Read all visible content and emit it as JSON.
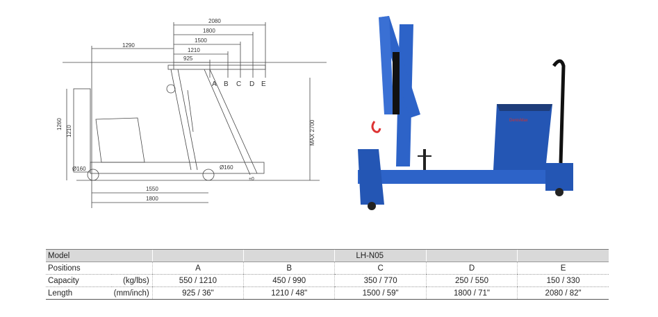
{
  "drawing": {
    "top_dims": [
      "2080",
      "1800",
      "1500",
      "1210",
      "925"
    ],
    "left_dim": "1290",
    "positions": [
      "A",
      "B",
      "C",
      "D",
      "E"
    ],
    "height_dims": [
      "1260",
      "1210"
    ],
    "max_dim": "MAX 2700",
    "wheel_left": "Ø160",
    "wheel_right": "Ø160",
    "zero": "±0",
    "bottom_dims": [
      "1550",
      "1800"
    ]
  },
  "photo": {
    "brand": "DenisMax"
  },
  "table": {
    "model_label": "Model",
    "model_value": "LH-N05",
    "rows": [
      {
        "label": "Positions",
        "unit": "",
        "values": [
          "A",
          "B",
          "C",
          "D",
          "E"
        ]
      },
      {
        "label": "Capacity",
        "unit": "(kg/lbs)",
        "values": [
          "550 / 1210",
          "450 / 990",
          "350 / 770",
          "250 / 550",
          "150 / 330"
        ]
      },
      {
        "label": "Length",
        "unit": "(mm/inch)",
        "values": [
          "925 / 36\"",
          "1210 / 48\"",
          "1500 / 59\"",
          "1800 / 71\"",
          "2080 / 82\""
        ]
      }
    ]
  },
  "colors": {
    "machine_blue": "#2d63c8",
    "header_gray": "#d9d9d9"
  }
}
